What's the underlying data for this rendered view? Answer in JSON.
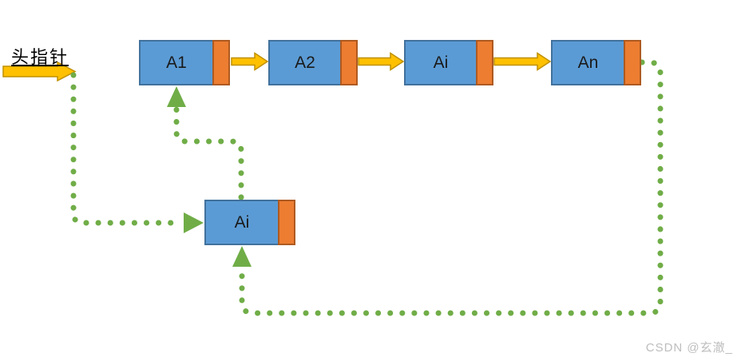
{
  "head_pointer": {
    "label": "头指针"
  },
  "nodes": [
    {
      "label": "A1"
    },
    {
      "label": "A2"
    },
    {
      "label": "Ai"
    },
    {
      "label": "An"
    }
  ],
  "inserted_node": {
    "label": "Ai"
  },
  "watermark": "CSDN @玄澈_",
  "icons": {
    "head_pointer_arrow": "right-block-arrow",
    "next_link_arrow": "right-block-arrow",
    "dotted_link": "green-dotted-path-arrow"
  },
  "colors": {
    "node_blue": "#5B9BD5",
    "node_blue_border": "#41719C",
    "cell_orange": "#ED7D31",
    "cell_orange_border": "#AE5A21",
    "arrow_yellow": "#FFC000",
    "arrow_yellow_border": "#BF9000",
    "dotted_green": "#70AD47",
    "watermark_gray": "#bdbdbd"
  }
}
